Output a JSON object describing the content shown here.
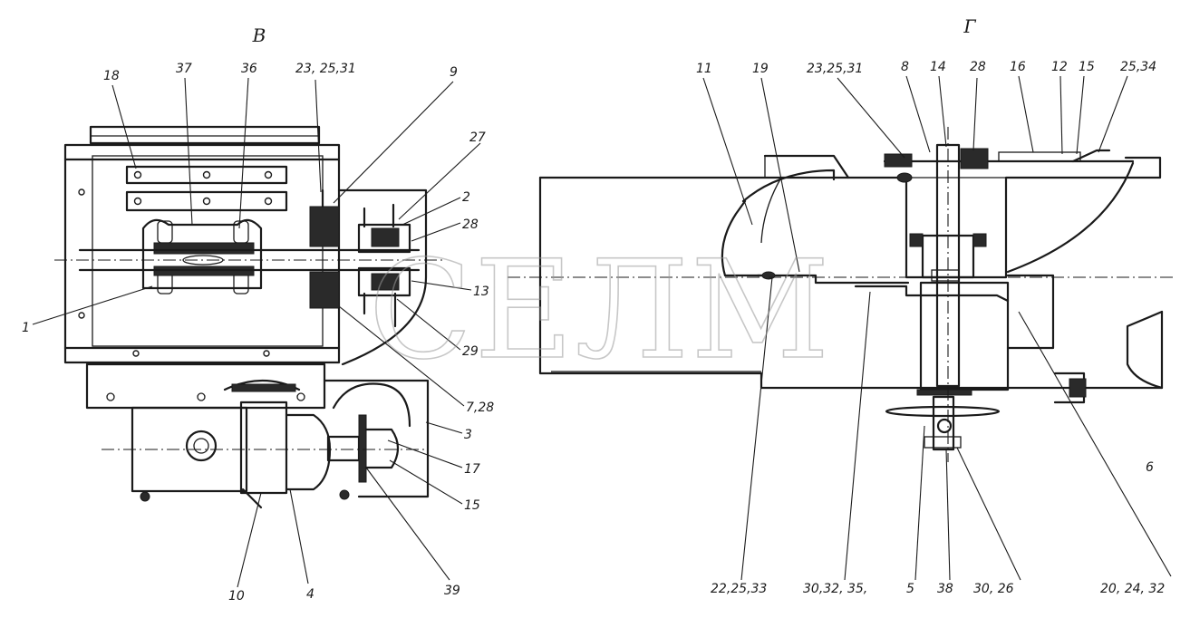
{
  "views": {
    "left": {
      "title": "В",
      "callouts": [
        "18",
        "37",
        "36",
        "23, 25,31",
        "9",
        "27",
        "2",
        "28",
        "13",
        "29",
        "7,28",
        "3",
        "17",
        "15",
        "39",
        "4",
        "10",
        "1"
      ]
    },
    "right": {
      "title": "Г",
      "callouts": [
        "11",
        "19",
        "23,25,31",
        "8",
        "14",
        "28",
        "16",
        "12",
        "15",
        "25,34",
        "6",
        "20, 24, 32",
        "38",
        "30, 26",
        "5",
        "30,32, 35,",
        "22,25,33"
      ]
    }
  },
  "watermark": "СЕЛМ"
}
